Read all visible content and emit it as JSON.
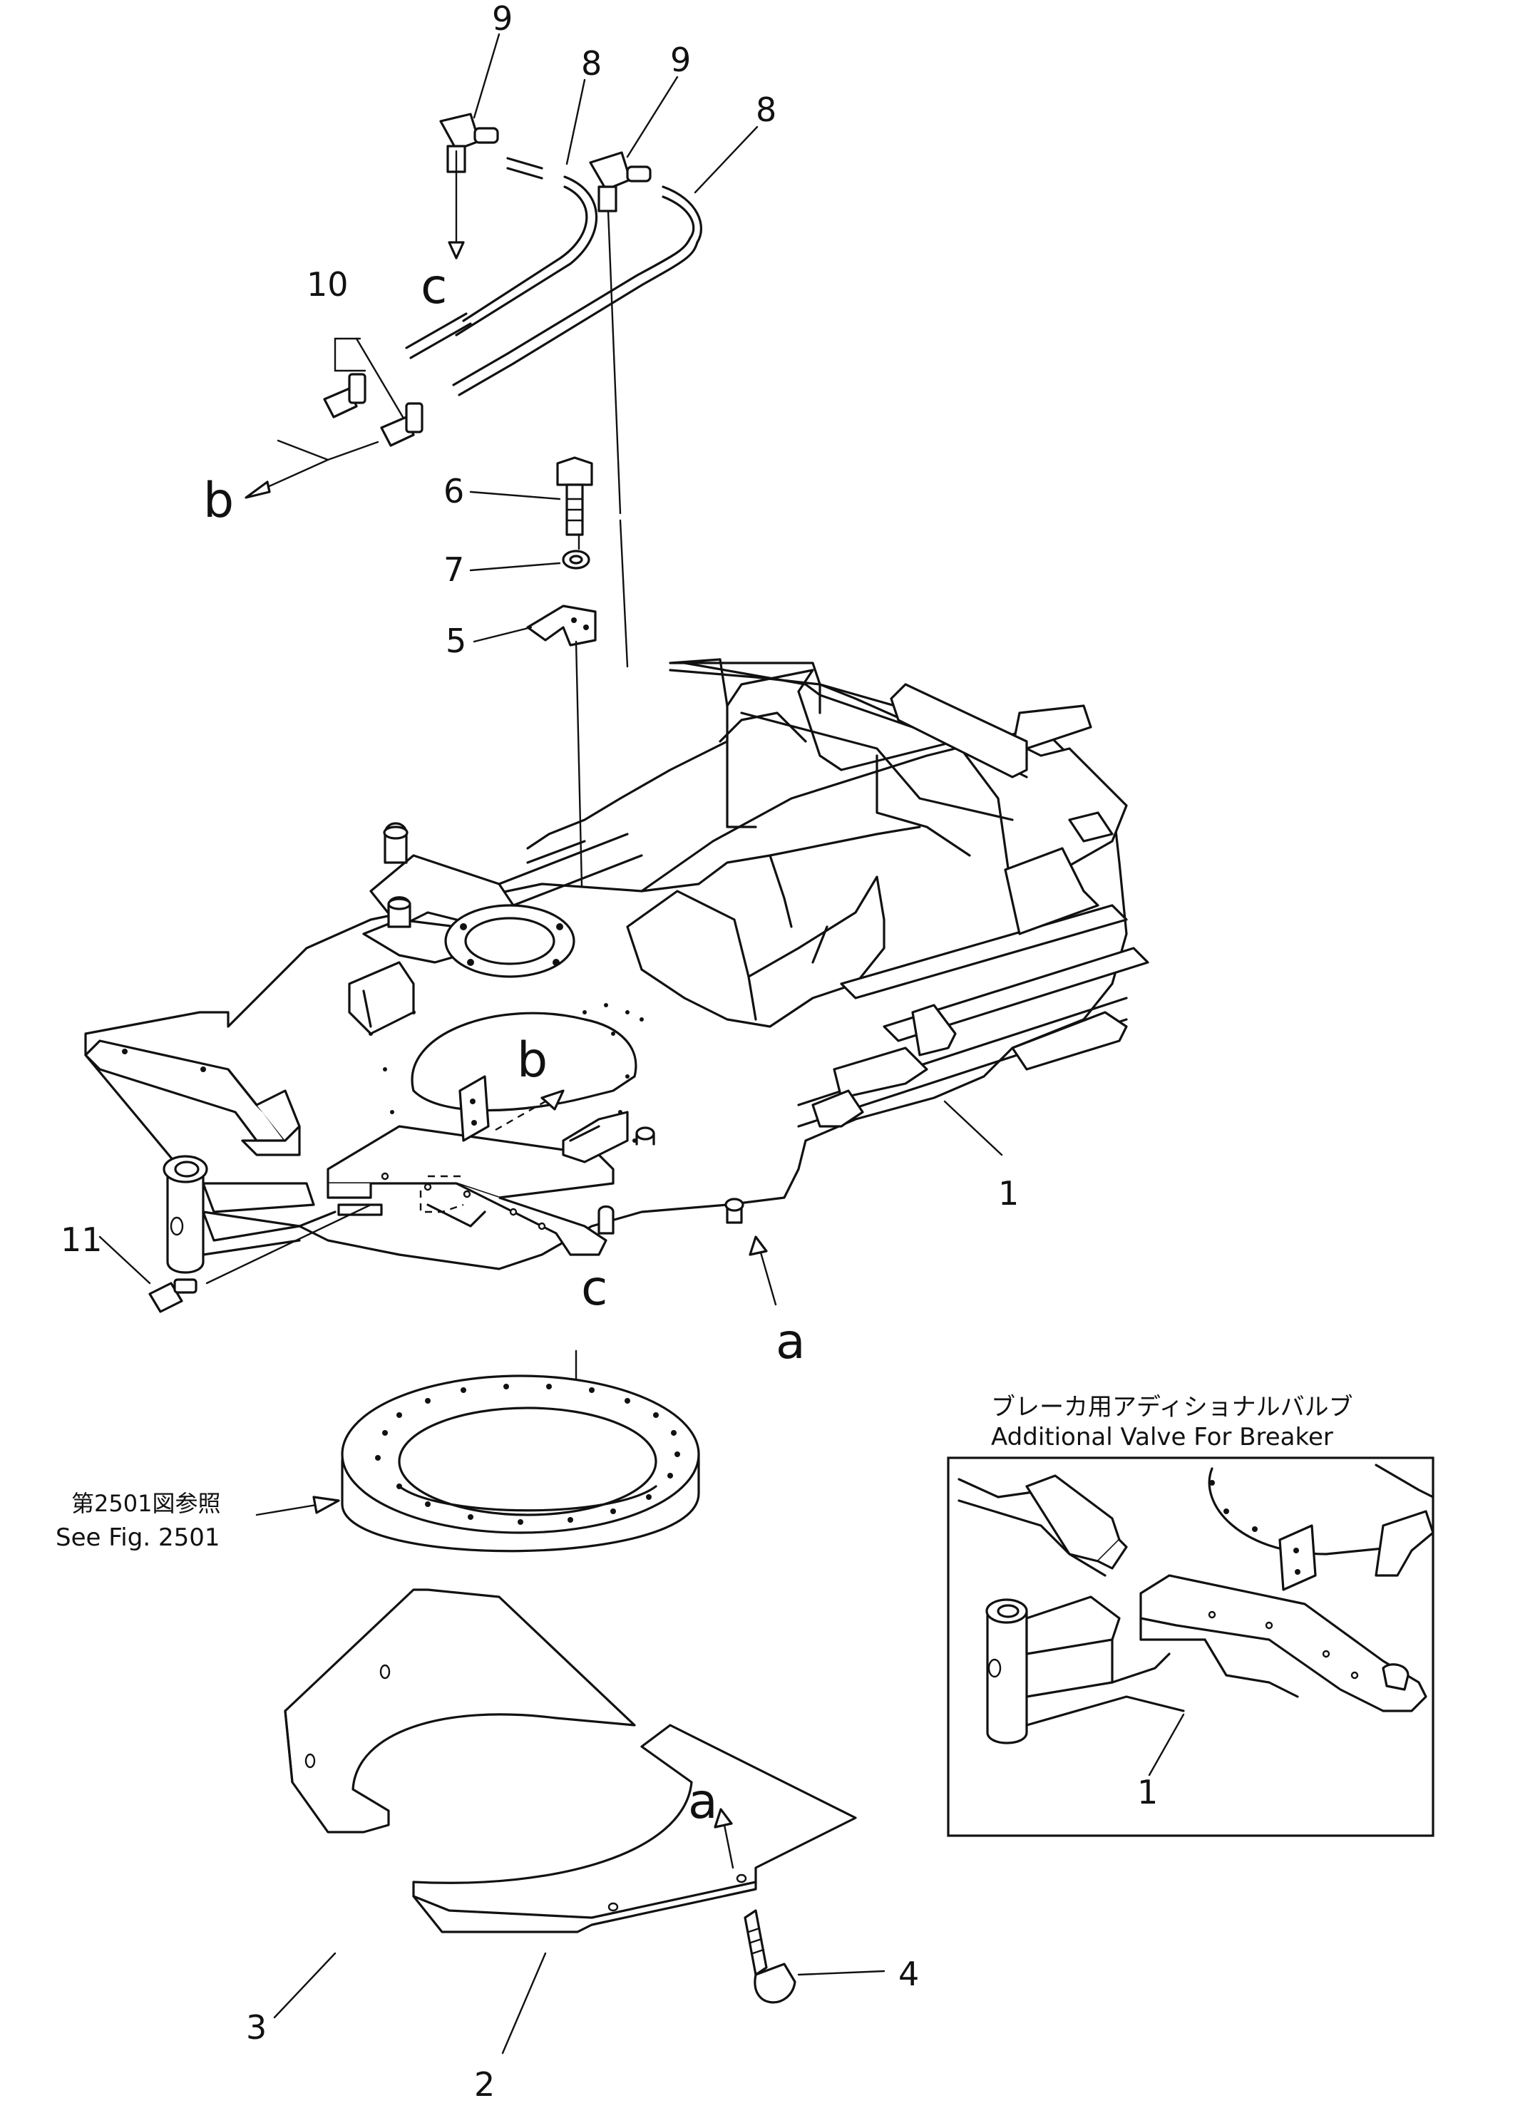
{
  "part_numbers": {
    "p1": "1",
    "p1_inset": "1",
    "p2": "2",
    "p3": "3",
    "p4": "4",
    "p5": "5",
    "p6": "6",
    "p7": "7",
    "p8a": "8",
    "p8b": "8",
    "p9a": "9",
    "p9b": "9",
    "p10": "10",
    "p11": "11"
  },
  "connection_letters": {
    "a_top": "a",
    "a_bottom": "a",
    "b_left": "b",
    "b_center": "b",
    "c_top": "c",
    "c_mid": "c"
  },
  "reference": {
    "jp": "第2501図参照",
    "en": "See Fig. 2501"
  },
  "inset": {
    "title_jp": "ブレーカ用アディショナルバルブ",
    "title_en": "Additional Valve For Breaker"
  }
}
